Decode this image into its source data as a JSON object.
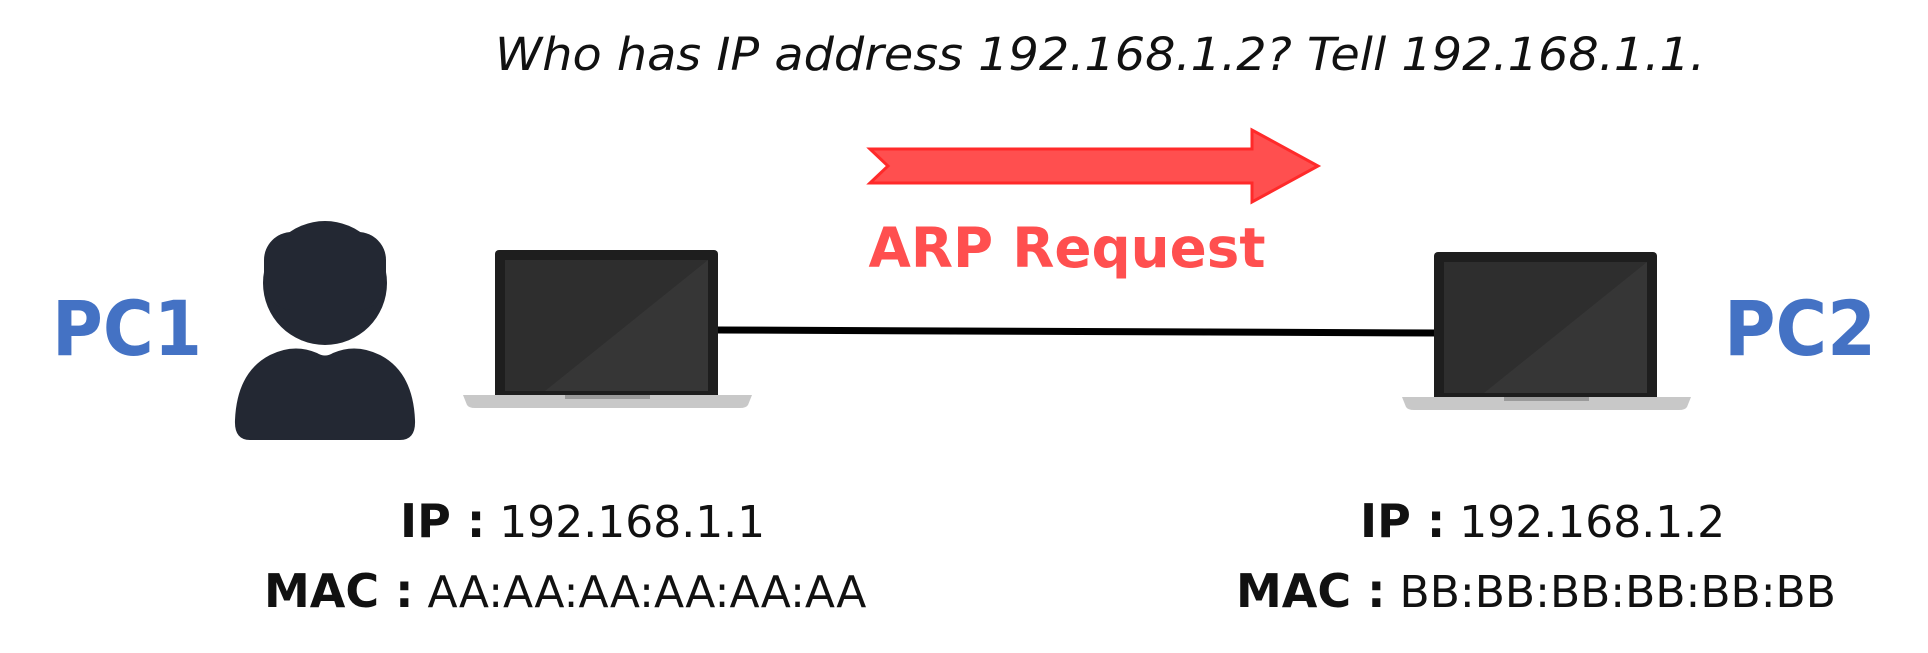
{
  "query": "Who has IP address 192.168.1.2? Tell 192.168.1.1.",
  "arp_label": "ARP Request",
  "colors": {
    "pc_label": "#4472c4",
    "arrow": "#ff4f4f",
    "arrow_stroke": "#ff2a2a",
    "user_icon": "#232833",
    "laptop_body": "#1e1e1e",
    "laptop_screen": "#2e2e2e",
    "laptop_base": "#c8c8c8",
    "cable": "#000000"
  },
  "pc1": {
    "label": "PC1",
    "ip_key": "IP :",
    "ip": "192.168.1.1",
    "mac_key": "MAC :",
    "mac": "AA:AA:AA:AA:AA:AA"
  },
  "pc2": {
    "label": "PC2",
    "ip_key": "IP :",
    "ip": "192.168.1.2",
    "mac_key": "MAC :",
    "mac": "BB:BB:BB:BB:BB:BB"
  },
  "icons": {
    "user": "user-icon",
    "laptop": "laptop-icon",
    "arrow": "arrow-right-icon"
  }
}
